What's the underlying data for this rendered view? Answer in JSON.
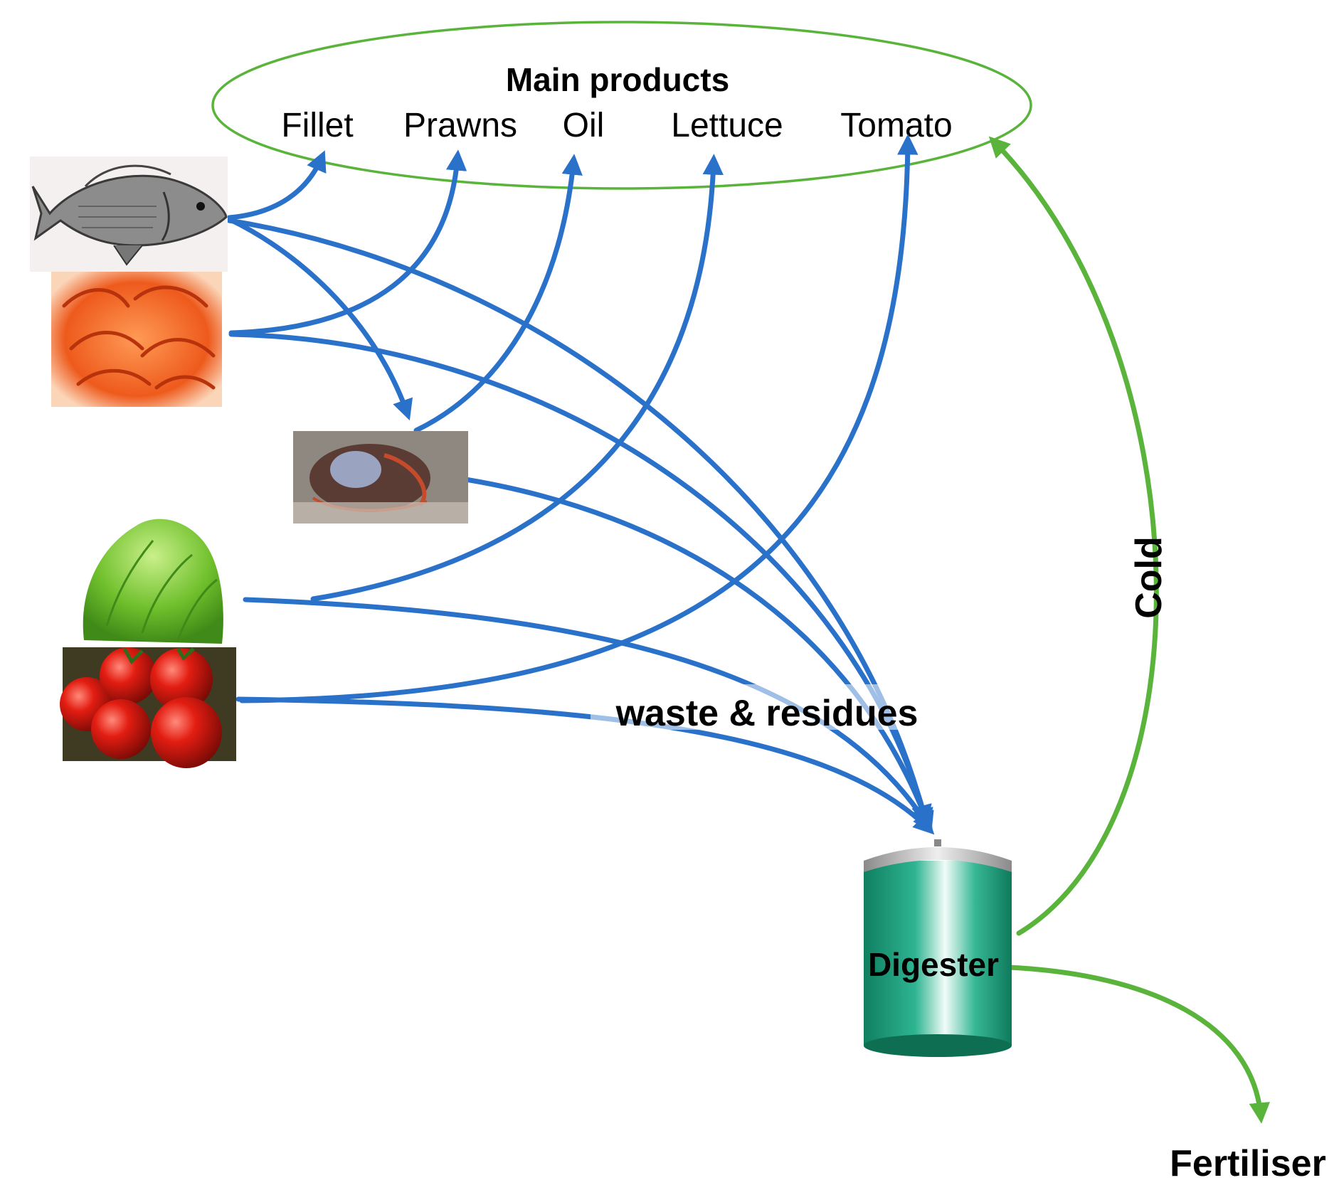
{
  "diagram": {
    "products_title": "Main products",
    "products": [
      "Fillet",
      "Prawns",
      "Oil",
      "Lettuce",
      "Tomato"
    ],
    "waste_label": "waste & residues",
    "digester_label": "Digester",
    "cold_label": "Cold",
    "fertiliser_label": "Fertiliser",
    "colors": {
      "flow_blue": "#2a72c9",
      "output_green": "#5ab43c",
      "digester_teal": "#1f9f7f"
    },
    "icons": [
      "fish-image",
      "prawns-image",
      "fish-gut-image",
      "lettuce-image",
      "tomato-image",
      "digester-tank"
    ]
  }
}
